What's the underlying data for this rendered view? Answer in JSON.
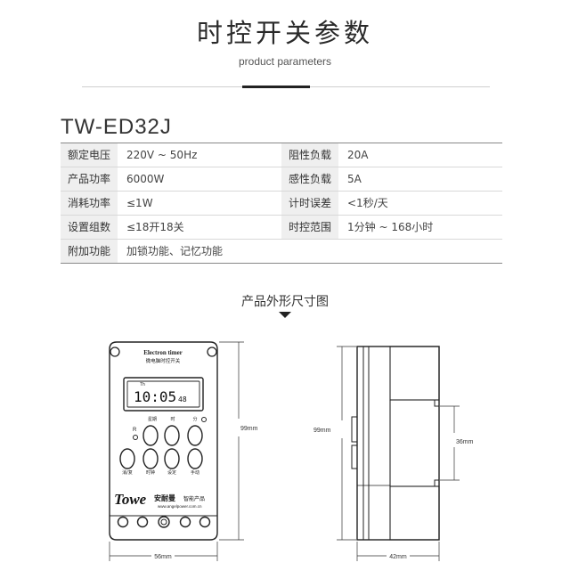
{
  "header": {
    "title": "时控开关参数",
    "subtitle": "product parameters"
  },
  "model": "TW-ED32J",
  "params": [
    {
      "label1": "额定电压",
      "value1": "220V ~ 50Hz",
      "label2": "阻性负载",
      "value2": "20A"
    },
    {
      "label1": "产品功率",
      "value1": "6000W",
      "label2": "感性负载",
      "value2": "5A"
    },
    {
      "label1": "消耗功率",
      "value1": "≤1W",
      "label2": "计时误差",
      "value2": "<1秒/天"
    },
    {
      "label1": "设置组数",
      "value1": "≤18开18关",
      "label2": "时控范围",
      "value2": "1分钟 ~ 168小时"
    }
  ],
  "extra": {
    "label": "附加功能",
    "value": "加锁功能、记忆功能"
  },
  "drawing": {
    "title": "产品外形尺寸图",
    "front": {
      "brand_line1": "Electron timer",
      "brand_line2": "微电脑时控开关",
      "lcd_day": "Th",
      "lcd_time": "10:05",
      "lcd_seconds": "48",
      "btn_labels_top": [
        "星期",
        "时",
        "分"
      ],
      "reset_label": "R",
      "btn_labels_bottom": [
        "消/复",
        "时钟",
        "设定",
        "手动"
      ],
      "logo": "Towe",
      "logo_cn": "安耐曼",
      "logo_tag": "智能产品",
      "website": "www.angelpower.com.cn"
    },
    "dims": {
      "height_front": "99mm",
      "width_front": "56mm",
      "height_side": "99mm",
      "rail_height": "36mm",
      "depth_side": "42mm"
    }
  }
}
